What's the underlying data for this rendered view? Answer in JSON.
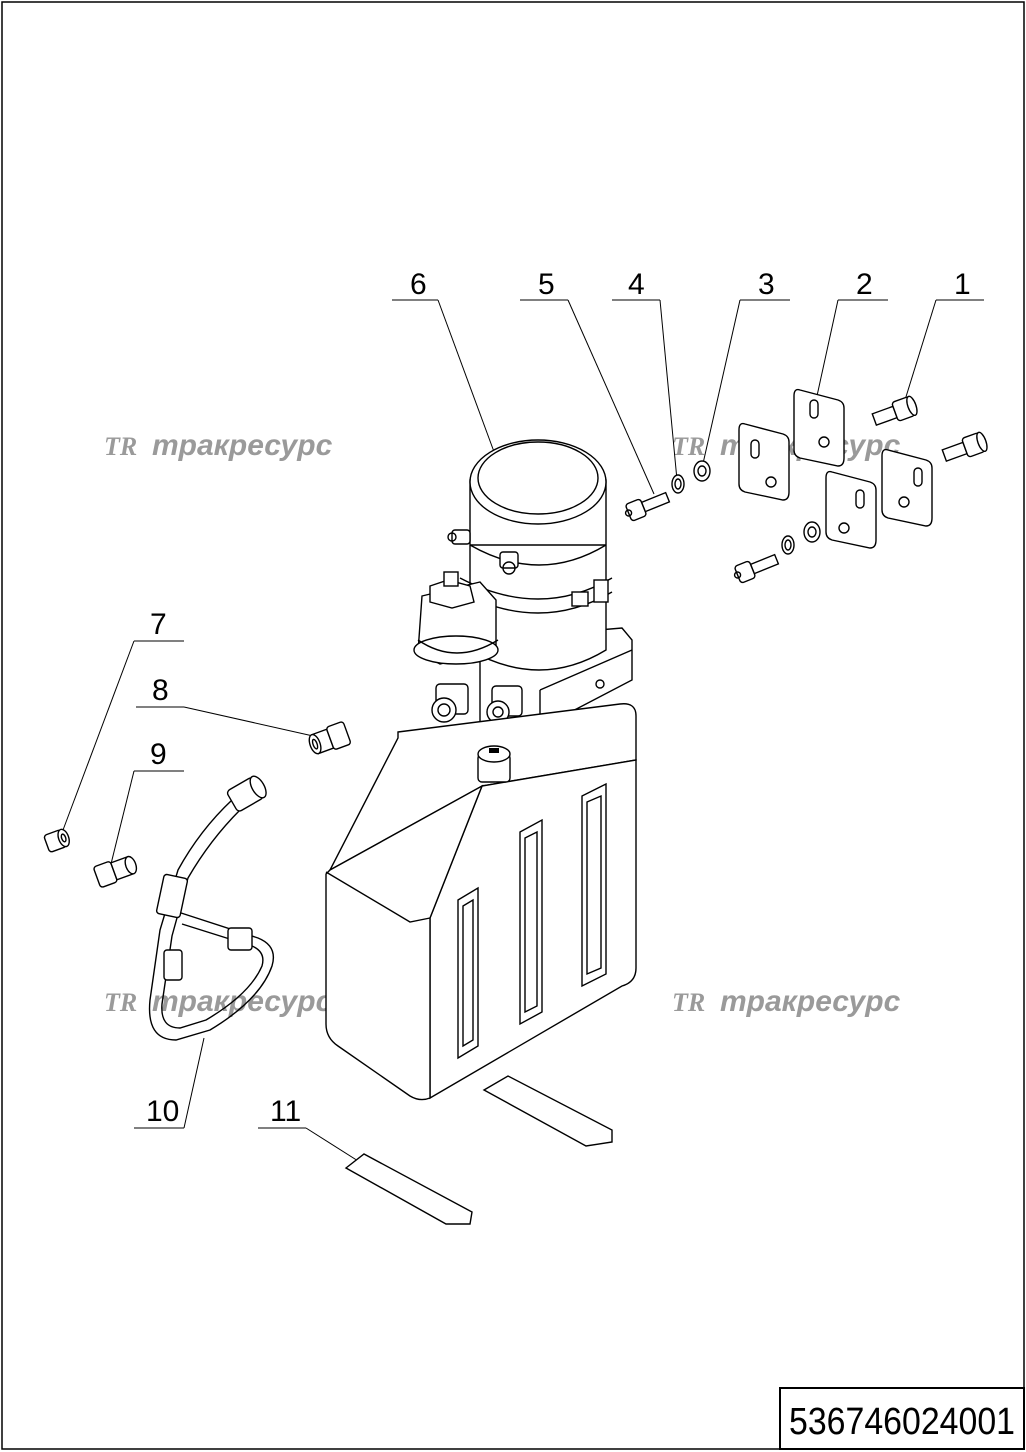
{
  "document_number": "536746024001",
  "watermark": {
    "logo": "TR",
    "text": "тракресурс"
  },
  "callouts": [
    {
      "num": "1"
    },
    {
      "num": "2"
    },
    {
      "num": "3"
    },
    {
      "num": "4"
    },
    {
      "num": "5"
    },
    {
      "num": "6"
    },
    {
      "num": "7"
    },
    {
      "num": "8"
    },
    {
      "num": "9"
    },
    {
      "num": "10"
    },
    {
      "num": "11"
    }
  ]
}
